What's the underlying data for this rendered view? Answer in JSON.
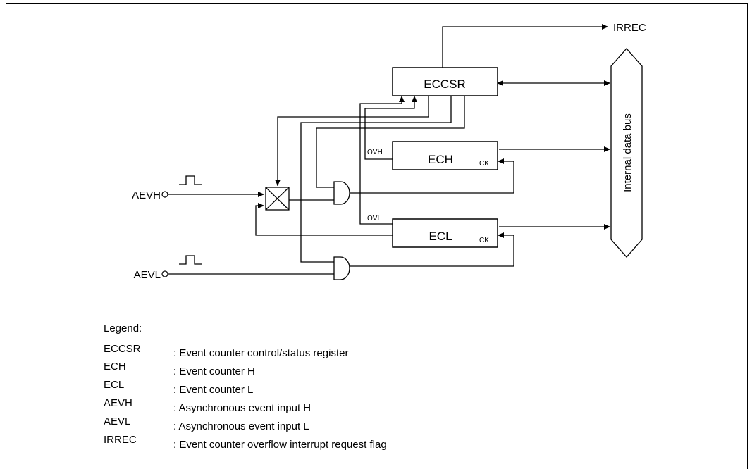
{
  "diagram": {
    "registers": {
      "eccsr": "ECCSR",
      "ech": "ECH",
      "ecl": "ECL",
      "ck_label": "CK"
    },
    "signals": {
      "irrec": "IRREC",
      "ovh": "OVH",
      "ovl": "OVL",
      "aevh": "AEVH",
      "aevl": "AEVL"
    },
    "bus_label": "Internal data bus"
  },
  "legend": {
    "title": "Legend:",
    "items": [
      {
        "term": "ECCSR",
        "desc": ": Event counter control/status register"
      },
      {
        "term": "ECH",
        "desc": ": Event counter H"
      },
      {
        "term": "ECL",
        "desc": ": Event counter L"
      },
      {
        "term": "AEVH",
        "desc": ": Asynchronous event input H"
      },
      {
        "term": "AEVL",
        "desc": ": Asynchronous event input L"
      },
      {
        "term": "IRREC",
        "desc": ": Event counter overflow interrupt request flag"
      }
    ]
  }
}
